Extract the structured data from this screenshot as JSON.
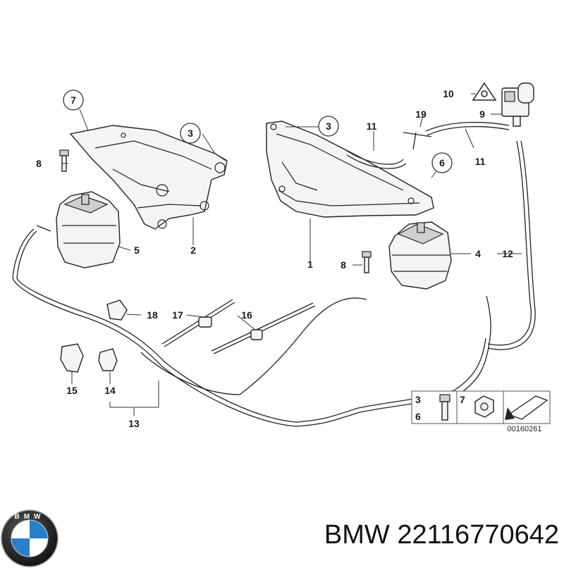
{
  "labels": {
    "l1": "1",
    "l2": "2",
    "l3a": "3",
    "l3b": "3",
    "l4": "4",
    "l5": "5",
    "l6": "6",
    "l7": "7",
    "l8a": "8",
    "l8b": "8",
    "l9": "9",
    "l10": "10",
    "l11a": "11",
    "l11b": "11",
    "l12": "12",
    "l13": "13",
    "l14": "14",
    "l15": "15",
    "l16": "16",
    "l17": "17",
    "l18": "18",
    "l19": "19"
  },
  "legend": {
    "n3": "3",
    "n6": "6",
    "n7": "7",
    "diagram_id": "00160261"
  },
  "brand": {
    "logo_text": "BMW",
    "part_label": "BMW 22116770642"
  }
}
